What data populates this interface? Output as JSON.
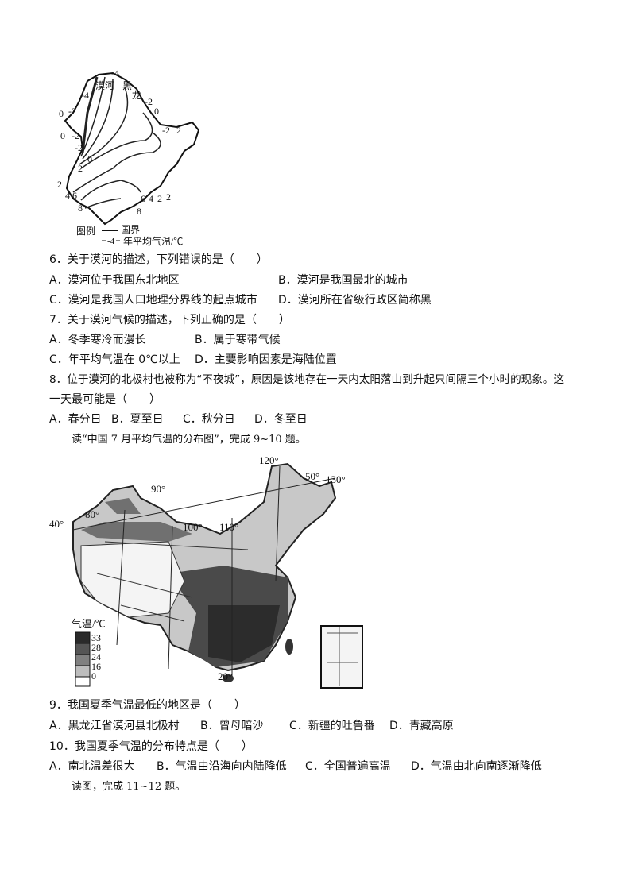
{
  "map1": {
    "place_labels": [
      "漠河",
      "黑",
      "龙"
    ],
    "isotherm_labels": [
      "-4",
      "-4",
      "-2",
      "0",
      "-2",
      "0",
      "-2",
      "0",
      "2",
      "-2",
      "0",
      "-2",
      "2",
      "2",
      "4",
      "6",
      "8",
      "2",
      "2",
      "4",
      "6",
      "8"
    ],
    "legend_title": "图例",
    "legend_border": "国界",
    "legend_isotherm_value": "-4",
    "legend_isotherm": "年平均气温/℃"
  },
  "questions": [
    {
      "stem": "6．关于漠河的描述，下列错误的是（　　）",
      "options": [
        "A．漠河位于我国东北地区",
        "B．漠河是我国最北的城市",
        "C．漠河是我国人口地理分界线的起点城市",
        "D．漠河所在省级行政区简称黑"
      ]
    },
    {
      "stem": "7．关于漠河气候的描述，下列正确的是（　　）",
      "options": [
        "A．冬季寒冷而漫长",
        "B．属于寒带气候",
        "C．年平均气温在 0℃以上",
        "D．主要影响因素是海陆位置"
      ]
    },
    {
      "stem": "8．位于漠河的北极村也被称为“不夜城”，原因是该地存在一天内太阳落山到升起只间隔三个小时的现象。这",
      "stem2": "一天最可能是（　　）",
      "options": [
        "A．春分日",
        "B．夏至日",
        "C．秋分日",
        "D．冬至日"
      ]
    }
  ],
  "note1": "读“中国 7 月平均气温的分布图”，完成 9~10 题。",
  "map2": {
    "longitude_labels": [
      "40°",
      "80°",
      "90°",
      "100°",
      "110°",
      "120°",
      "130°"
    ],
    "latitude_labels": [
      "50°",
      "20°"
    ],
    "legend_title": "气温/℃",
    "legend_values": [
      "33",
      "28",
      "24",
      "16",
      "0"
    ],
    "legend_colors": [
      "#2a2a2a",
      "#555555",
      "#808080",
      "#bdbdbd",
      "#ffffff"
    ]
  },
  "questions2": [
    {
      "stem": "9．我国夏季气温最低的地区是（　　）",
      "options": [
        "A．黑龙江省漠河县北极村",
        "B．曾母暗沙",
        "C．新疆的吐鲁番",
        "D．青藏高原"
      ]
    },
    {
      "stem": "10．我国夏季气温的分布特点是（　　）",
      "options": [
        "A．南北温差很大",
        "B．气温由沿海向内陆降低",
        "C．全国普遍高温",
        "D．气温由北向南逐渐降低"
      ]
    }
  ],
  "note2": "读图，完成 11~12 题。"
}
